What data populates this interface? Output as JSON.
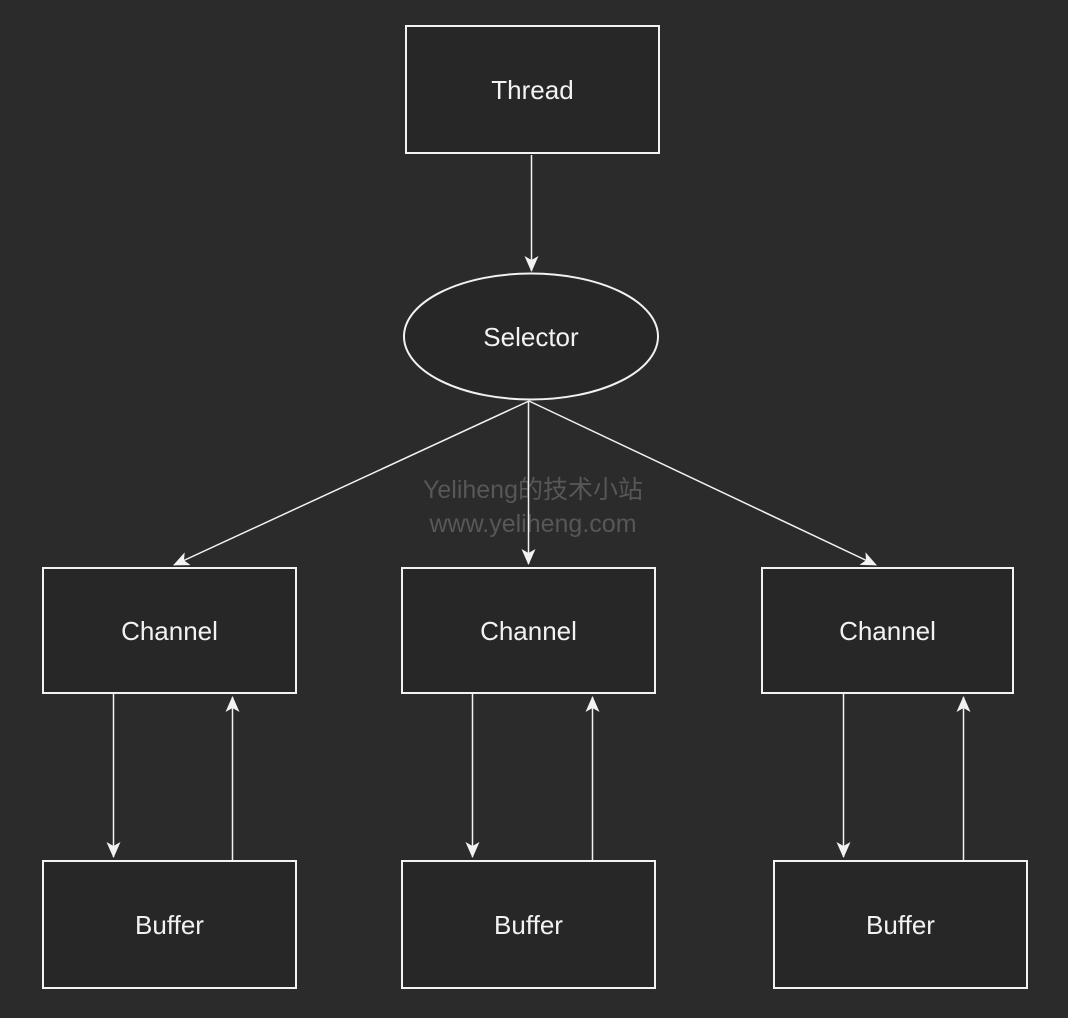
{
  "diagram": {
    "colors": {
      "background": "#2b2b2b",
      "node_fill": "#272727",
      "node_stroke": "#f2f2f2",
      "label": "#f2f2f2",
      "watermark": "#575757"
    },
    "nodes": [
      {
        "id": "thread",
        "label": "Thread",
        "shape": "rect"
      },
      {
        "id": "selector",
        "label": "Selector",
        "shape": "ellipse"
      },
      {
        "id": "channel-1",
        "label": "Channel",
        "shape": "rect"
      },
      {
        "id": "channel-2",
        "label": "Channel",
        "shape": "rect"
      },
      {
        "id": "channel-3",
        "label": "Channel",
        "shape": "rect"
      },
      {
        "id": "buffer-1",
        "label": "Buffer",
        "shape": "rect"
      },
      {
        "id": "buffer-2",
        "label": "Buffer",
        "shape": "rect"
      },
      {
        "id": "buffer-3",
        "label": "Buffer",
        "shape": "rect"
      }
    ],
    "edges": [
      {
        "from": "thread",
        "to": "selector"
      },
      {
        "from": "selector",
        "to": "channel-1"
      },
      {
        "from": "selector",
        "to": "channel-2"
      },
      {
        "from": "selector",
        "to": "channel-3"
      },
      {
        "from": "channel-1",
        "to": "buffer-1"
      },
      {
        "from": "buffer-1",
        "to": "channel-1"
      },
      {
        "from": "channel-2",
        "to": "buffer-2"
      },
      {
        "from": "buffer-2",
        "to": "channel-2"
      },
      {
        "from": "channel-3",
        "to": "buffer-3"
      },
      {
        "from": "buffer-3",
        "to": "channel-3"
      }
    ],
    "watermark": {
      "line1": "Yeliheng的技术小站",
      "line2": "www.yeliheng.com"
    }
  }
}
